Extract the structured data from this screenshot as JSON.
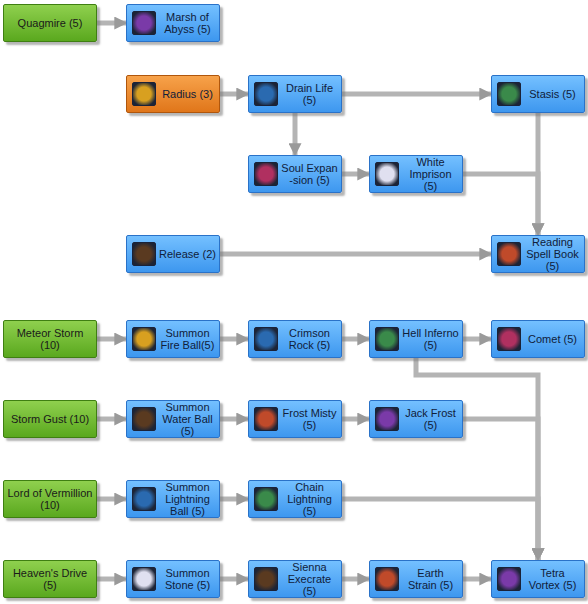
{
  "diagram": {
    "nodes": [
      {
        "text": [
          "Quagmire (5)"
        ]
      },
      {
        "text": [
          "Marsh of Abyss (5)"
        ]
      },
      {
        "text": [
          "Radius (3)"
        ]
      },
      {
        "text": [
          "Drain Life (5)"
        ]
      },
      {
        "text": [
          "Stasis (5)"
        ]
      },
      {
        "text": [
          "Soul Expan -sion (5)"
        ]
      },
      {
        "text": [
          "White Imprison (5)"
        ]
      },
      {
        "text": [
          "Release (2)"
        ]
      },
      {
        "text": [
          "Reading Spell Book (5)"
        ]
      },
      {
        "text": [
          "Meteor Storm (10)"
        ]
      },
      {
        "text": [
          "Summon Fire Ball(5)"
        ]
      },
      {
        "text": [
          "Crimson Rock (5)"
        ]
      },
      {
        "text": [
          "Hell Inferno (5)"
        ]
      },
      {
        "text": [
          "Comet (5)"
        ]
      },
      {
        "text": [
          "Storm Gust (10)"
        ]
      },
      {
        "text": [
          "Summon Water Ball (5)"
        ]
      },
      {
        "text": [
          "Frost Misty (5)"
        ]
      },
      {
        "text": [
          "Jack Frost (5)"
        ]
      },
      {
        "text": [
          "Lord of Vermillion (10)"
        ]
      },
      {
        "text": [
          "Summon Lightning Ball (5)"
        ]
      },
      {
        "text": [
          "Chain Lightning (5)"
        ]
      },
      {
        "text": [
          "Heaven's Drive (5)"
        ]
      },
      {
        "text": [
          "Summon Stone (5)"
        ]
      },
      {
        "text": [
          "Sienna Execrate (5)"
        ]
      },
      {
        "text": [
          "Earth Strain (5)"
        ]
      },
      {
        "text": [
          "Tetra Vortex (5)"
        ]
      }
    ],
    "edges": [
      {
        "from": 0,
        "to": 1,
        "arrow": "to"
      },
      {
        "from": 2,
        "to": 3,
        "arrow": "to"
      },
      {
        "from": 3,
        "to": 4,
        "arrow": "to"
      },
      {
        "from": 3,
        "to": 5,
        "arrow": "to"
      },
      {
        "from": 5,
        "to": 6,
        "arrow": "to"
      },
      {
        "from": 6,
        "to": 8,
        "arrow": "to"
      },
      {
        "from": 4,
        "to": 8,
        "arrow": "to"
      },
      {
        "from": 7,
        "to": 8,
        "arrow": "to"
      },
      {
        "from": 9,
        "to": 10,
        "arrow": "to"
      },
      {
        "from": 10,
        "to": 11,
        "arrow": "to"
      },
      {
        "from": 11,
        "to": 12,
        "arrow": "to"
      },
      {
        "from": 12,
        "to": 13,
        "arrow": "to"
      },
      {
        "from": 12,
        "to": 25,
        "arrow": "to"
      },
      {
        "from": 14,
        "to": 15,
        "arrow": "to"
      },
      {
        "from": 15,
        "to": 16,
        "arrow": "to"
      },
      {
        "from": 16,
        "to": 17,
        "arrow": "to"
      },
      {
        "from": 17,
        "to": 25,
        "arrow": "to"
      },
      {
        "from": 18,
        "to": 19,
        "arrow": "to"
      },
      {
        "from": 19,
        "to": 20,
        "arrow": "to"
      },
      {
        "from": 20,
        "to": 25,
        "arrow": "to"
      },
      {
        "from": 21,
        "to": 22,
        "arrow": "to"
      },
      {
        "from": 22,
        "to": 23,
        "arrow": "to"
      },
      {
        "from": 23,
        "to": 24,
        "arrow": "to"
      },
      {
        "from": 24,
        "to": 25,
        "arrow": "to"
      }
    ]
  }
}
